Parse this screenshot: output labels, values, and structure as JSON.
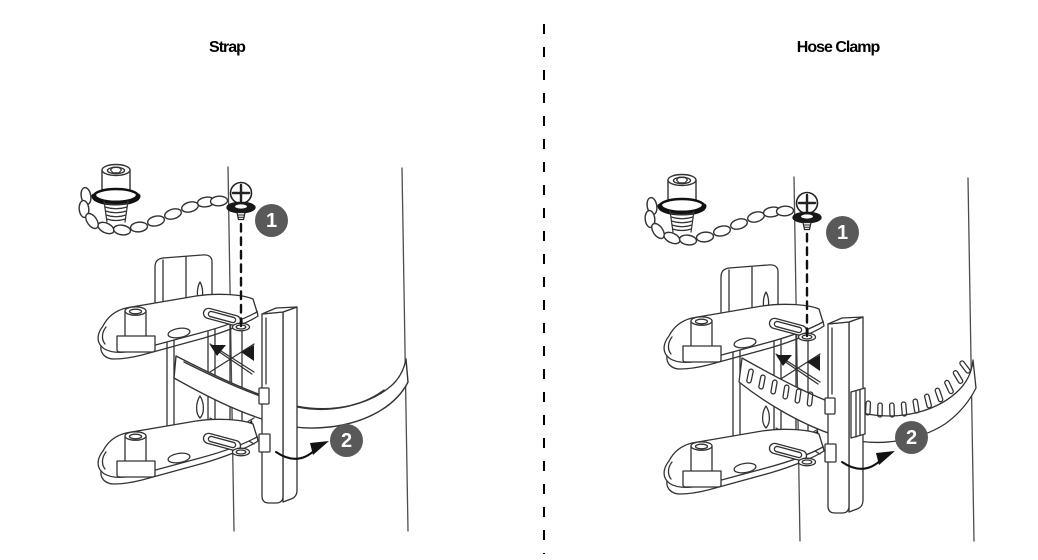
{
  "colors": {
    "background": "#ffffff",
    "line_art": "#333333",
    "badge_background": "#595959",
    "badge_text": "#ffffff"
  },
  "divider": {
    "style": "vertical-dashed-line"
  },
  "panels": [
    {
      "title": "Strap",
      "band_type": "strap",
      "callouts": [
        {
          "label": "1",
          "points_to": "screw-with-washer"
        },
        {
          "label": "2",
          "points_to": "strap-band"
        }
      ],
      "icons": [
        "pole",
        "mounting-bracket",
        "cap-with-chain",
        "screw-with-washer",
        "dashed-leader-line",
        "strap-band",
        "direction-arrow"
      ]
    },
    {
      "title": "Hose Clamp",
      "band_type": "hose-clamp",
      "callouts": [
        {
          "label": "1",
          "points_to": "screw-with-washer"
        },
        {
          "label": "2",
          "points_to": "hose-clamp-band"
        }
      ],
      "icons": [
        "pole",
        "mounting-bracket",
        "cap-with-chain",
        "screw-with-washer",
        "dashed-leader-line",
        "hose-clamp-band",
        "direction-arrow"
      ]
    }
  ]
}
